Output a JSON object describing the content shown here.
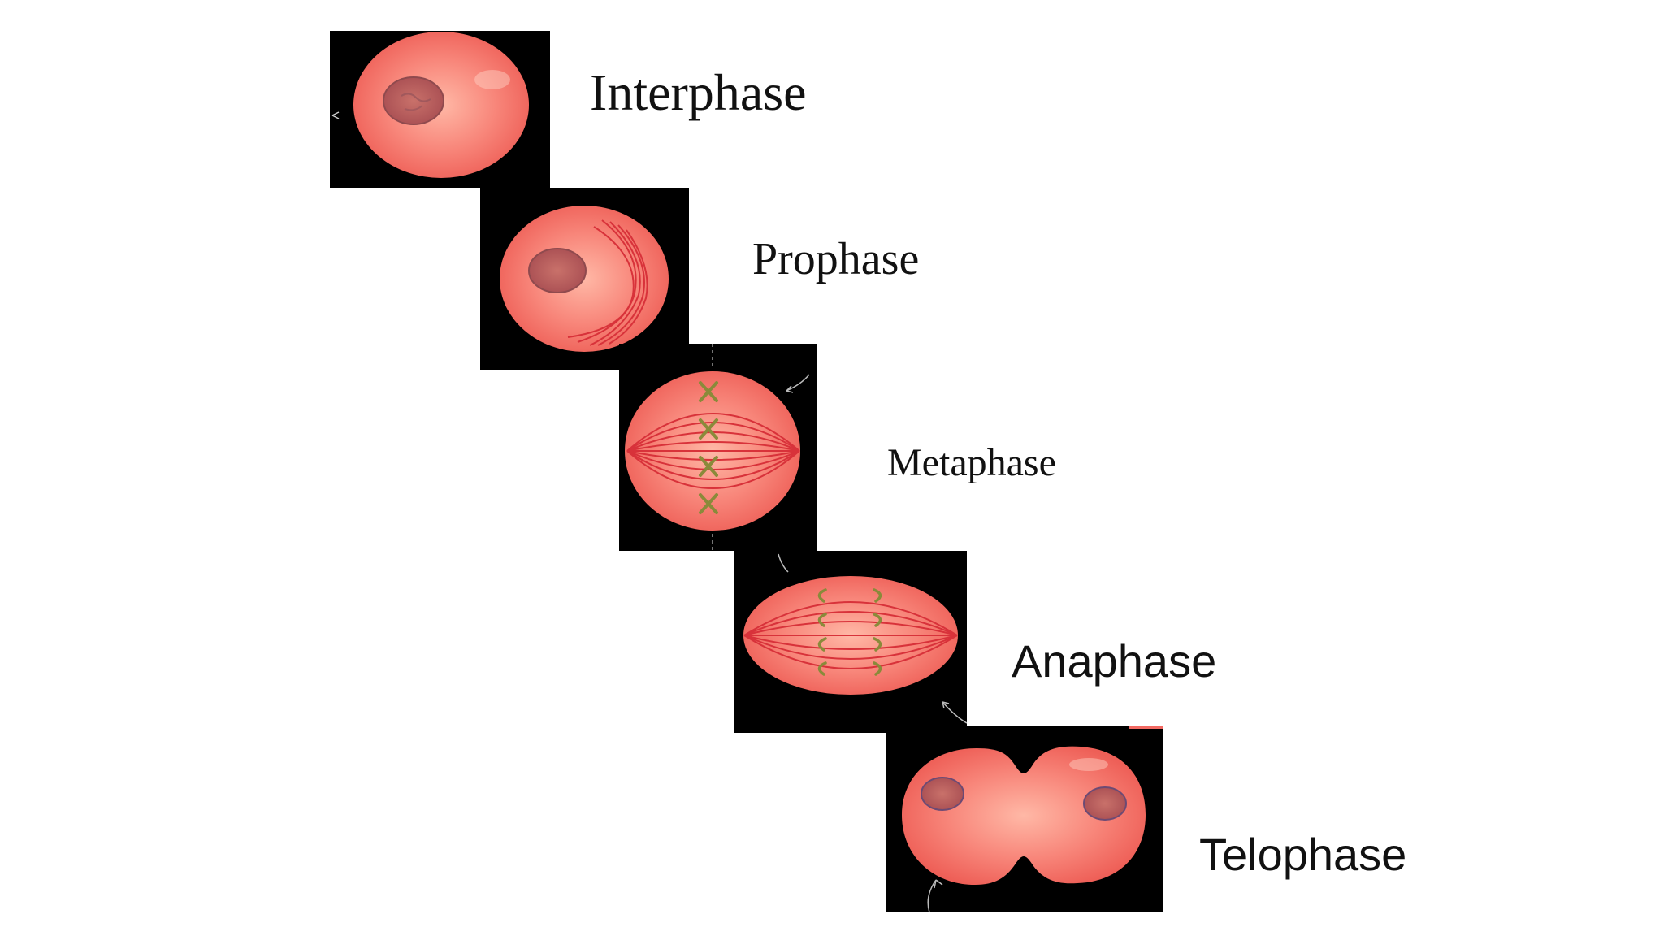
{
  "phases": [
    {
      "label": "Interphase"
    },
    {
      "label": "Prophase"
    },
    {
      "label": "Metaphase"
    },
    {
      "label": "Anaphase"
    },
    {
      "label": "Telophase"
    }
  ],
  "colors": {
    "panel_background": "#000000",
    "cell_fill": "#f26a63",
    "cell_highlight": "#ffc4b6",
    "spindle_fiber": "#d8323a",
    "chromosome": "#8a8a3a",
    "nucleus": "#b85a5a",
    "label_text": "#111111"
  }
}
